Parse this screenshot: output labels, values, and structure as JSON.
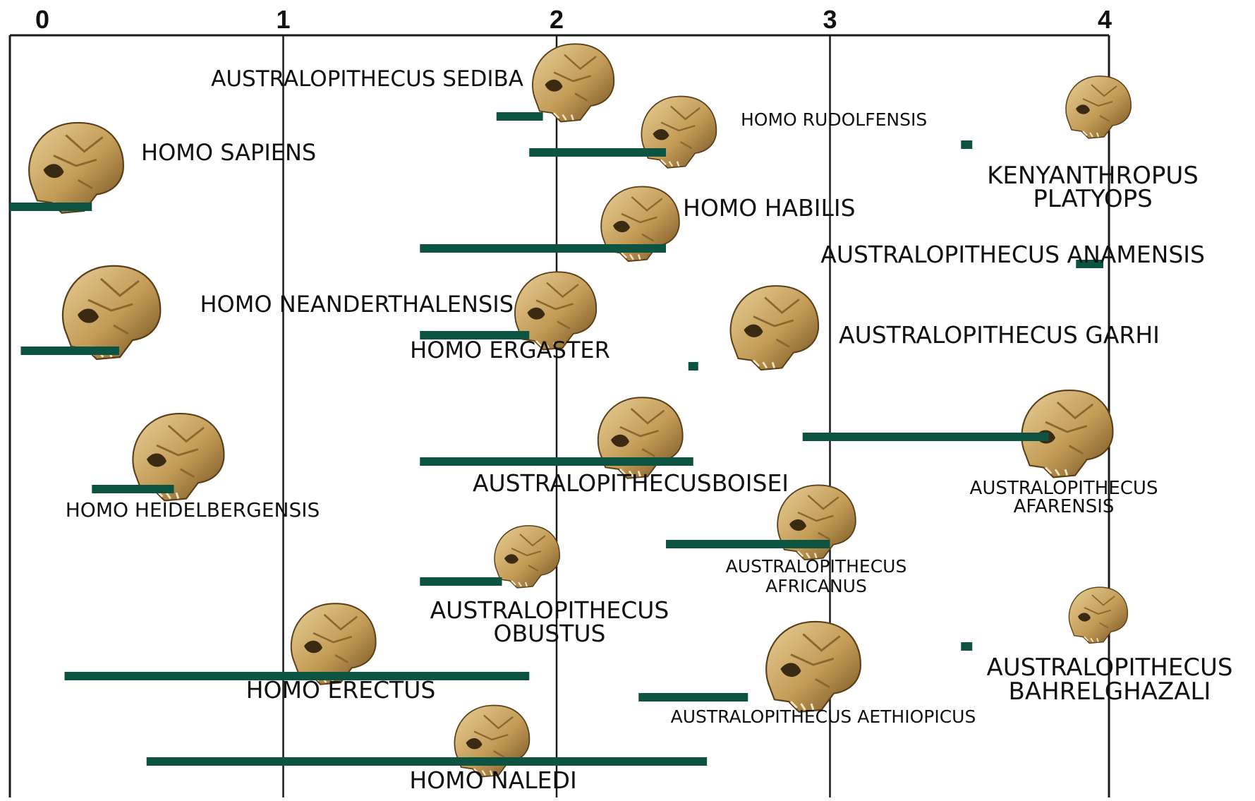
{
  "chart_data": {
    "type": "range",
    "title": "",
    "xlabel": "",
    "ylabel": "",
    "xlim": [
      0,
      4
    ],
    "x_ticks": [
      "0",
      "1",
      "2",
      "3",
      "4"
    ],
    "grid": "vertical",
    "colors": {
      "bar": "#0c5441",
      "axis": "#1a1a1a",
      "text": "#111111",
      "skull_light": "#d8b87a",
      "skull_dark": "#7a5a28"
    },
    "series": [
      {
        "name": "AUSTRALOPITHECUS SEDIBA",
        "start": 1.78,
        "end": 1.95
      },
      {
        "name": "HOMO RUDOLFENSIS",
        "start": 1.9,
        "end": 2.4
      },
      {
        "name": "HOMO SAPIENS",
        "start": 0.0,
        "end": 0.3
      },
      {
        "name": "KENYANTHROPUS PLATYOPS",
        "start": 3.5,
        "end": 3.5
      },
      {
        "name": "HOMO HABILIS",
        "start": 1.5,
        "end": 2.4
      },
      {
        "name": "AUSTRALOPITHECUS ANAMENSIS",
        "start": 3.9,
        "end": 4.0
      },
      {
        "name": "HOMO NEANDERTHALENSIS",
        "start": 0.04,
        "end": 0.4
      },
      {
        "name": "HOMO ERGASTER",
        "start": 1.5,
        "end": 1.9
      },
      {
        "name": "AUSTRALOPITHECUS GARHI",
        "start": 2.5,
        "end": 2.5
      },
      {
        "name": "AUSTRALOPITHECUS AFARENSIS",
        "start": 2.9,
        "end": 3.8
      },
      {
        "name": "AUSTRALOPITHECUSBOISEI",
        "start": 1.5,
        "end": 2.5
      },
      {
        "name": "HOMO HEIDELBERGENSIS",
        "start": 0.3,
        "end": 0.6
      },
      {
        "name": "AUSTRALOPITHECUS AFRICANUS",
        "start": 2.4,
        "end": 3.0
      },
      {
        "name": "AUSTRALOPITHECUS OBUSTUS",
        "start": 1.5,
        "end": 1.8
      },
      {
        "name": "AUSTRALOPITHECUS BAHRELGHAZALI",
        "start": 3.5,
        "end": 3.5
      },
      {
        "name": "HOMO ERECTUS",
        "start": 0.2,
        "end": 1.9
      },
      {
        "name": "AUSTRALOPITHECUS AETHIOPICUS",
        "start": 2.3,
        "end": 2.7
      },
      {
        "name": "HOMO NALEDI",
        "start": 0.5,
        "end": 2.55
      }
    ]
  }
}
